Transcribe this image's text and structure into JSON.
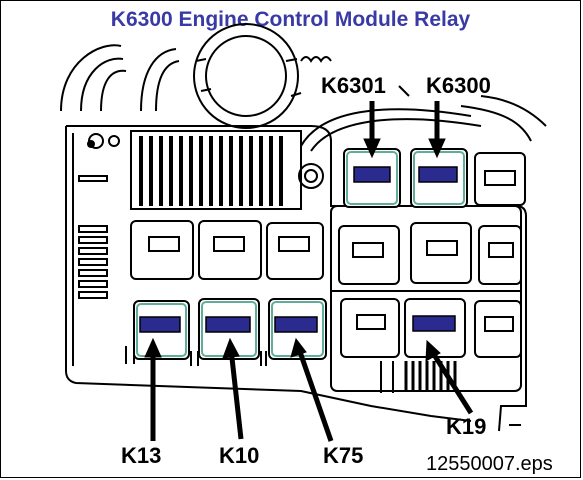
{
  "title": "K6300 Engine Control Module Relay",
  "labels": {
    "k6301": "K6301",
    "k6300": "K6300",
    "k13": "K13",
    "k10": "K10",
    "k75": "K75",
    "k19": "K19"
  },
  "filename": "12550007.eps",
  "colors": {
    "title": "#3a3aa6",
    "highlight": "#2b2b8f",
    "relay_teal": "#5fae9a"
  }
}
